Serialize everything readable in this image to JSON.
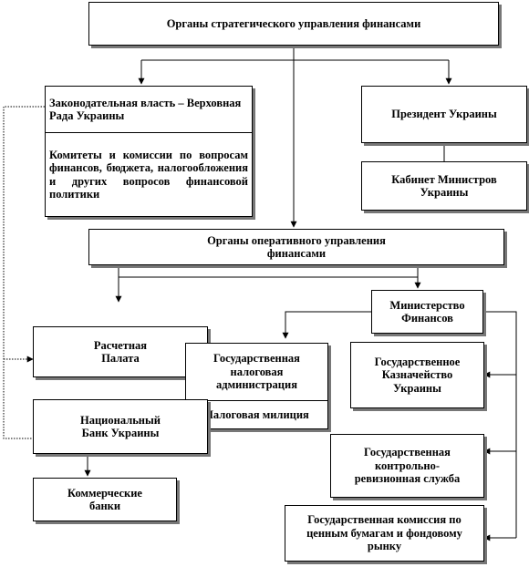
{
  "nodes": {
    "strategic": "Органы стратегического  управления финансами",
    "parliament": "Законодательная власть – Верховная Рада Украины",
    "committees": "Комитеты и комиссии по вопросам финансов, бюджета, налогообложения и других вопросов финансовой политики",
    "president": "Президент Украины",
    "cabinet": "Кабинет Министров Украины",
    "operational": "Органы оперативного управления финансами",
    "ministry": "Министерство Финансов",
    "accounting_chamber": "Расчетная Палата",
    "tax_admin": "Государственная налоговая администрация",
    "tax_police": "Налоговая милиция",
    "treasury": "Государственное Казначейство Украины",
    "national_bank": "Национальный Банк Украины",
    "control_service": "Государственная контрольно-ревизионная служба",
    "commercial_banks": "Коммерческие банки",
    "securities_commission": "Государственная комиссия по ценным бумагам и фондовому рынку"
  }
}
